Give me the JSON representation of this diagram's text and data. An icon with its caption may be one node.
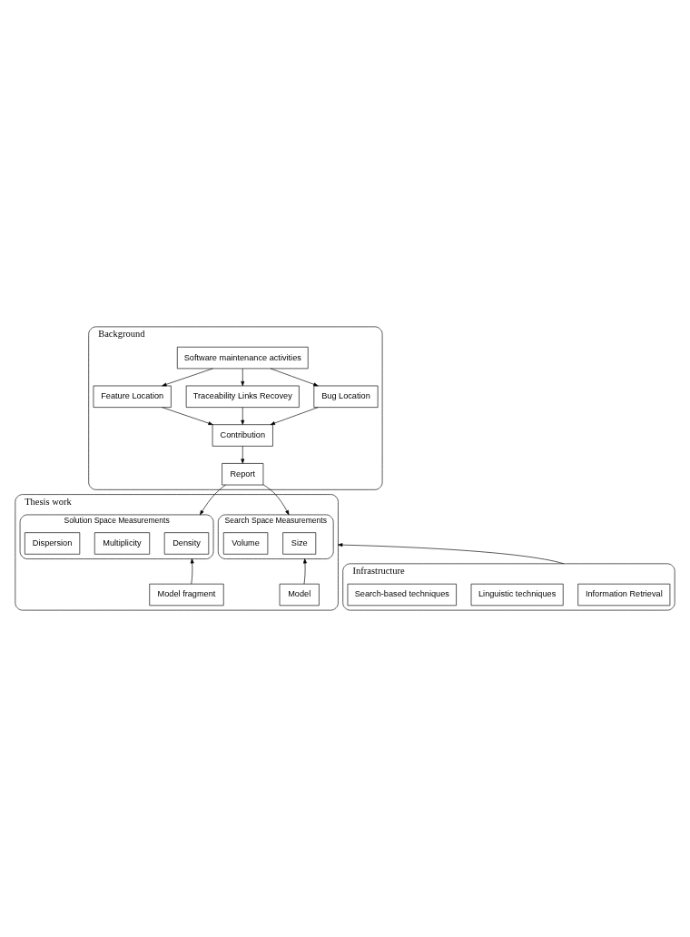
{
  "diagram": {
    "nodes": [
      {
        "text": [
          "Background"
        ]
      },
      {
        "text": [
          "Software maintenance activities"
        ],
        "in": 0
      },
      {
        "text": [
          "Feature Location"
        ],
        "in": 0
      },
      {
        "text": [
          "Traceability Links Recovey"
        ],
        "in": 0
      },
      {
        "text": [
          "Bug Location"
        ],
        "in": 0
      },
      {
        "text": [
          "Contribution"
        ],
        "in": 0
      },
      {
        "text": [
          "Report"
        ],
        "in": 0
      },
      {
        "text": [
          "Thesis work"
        ]
      },
      {
        "text": [
          "Search Space Measurements"
        ],
        "in": 7
      },
      {
        "text": [
          "Size"
        ],
        "in": 8
      },
      {
        "text": [
          "Volume"
        ],
        "in": 8
      },
      {
        "text": [
          "Solution Space Measurements"
        ],
        "in": 7
      },
      {
        "text": [
          "Density"
        ],
        "in": 11
      },
      {
        "text": [
          "Multiplicity"
        ],
        "in": 11
      },
      {
        "text": [
          "Dispersion"
        ],
        "in": 11
      },
      {
        "text": [
          "Model"
        ],
        "in": 7
      },
      {
        "text": [
          "Model fragment"
        ],
        "in": 7
      },
      {
        "text": [
          "Infrastructure"
        ]
      },
      {
        "text": [
          "Information Retrieval"
        ],
        "in": 17
      },
      {
        "text": [
          "Linguistic techniques"
        ],
        "in": 17
      },
      {
        "text": [
          "Search-based techniques"
        ],
        "in": 17
      }
    ],
    "edges": [
      {
        "from": 1,
        "to": 2,
        "arrow": "to"
      },
      {
        "from": 1,
        "to": 3,
        "arrow": "to"
      },
      {
        "from": 1,
        "to": 4,
        "arrow": "to"
      },
      {
        "from": 2,
        "to": 5,
        "arrow": "to"
      },
      {
        "from": 3,
        "to": 5,
        "arrow": "to"
      },
      {
        "from": 4,
        "to": 5,
        "arrow": "to"
      },
      {
        "from": 5,
        "to": 6,
        "arrow": "to"
      },
      {
        "from": 6,
        "to": 8,
        "arrow": "to"
      },
      {
        "from": 6,
        "to": 11,
        "arrow": "to"
      },
      {
        "from": 15,
        "to": 8,
        "arrow": "to"
      },
      {
        "from": 16,
        "to": 11,
        "arrow": "to"
      },
      {
        "from": 17,
        "to": 7,
        "arrow": "to"
      }
    ]
  }
}
